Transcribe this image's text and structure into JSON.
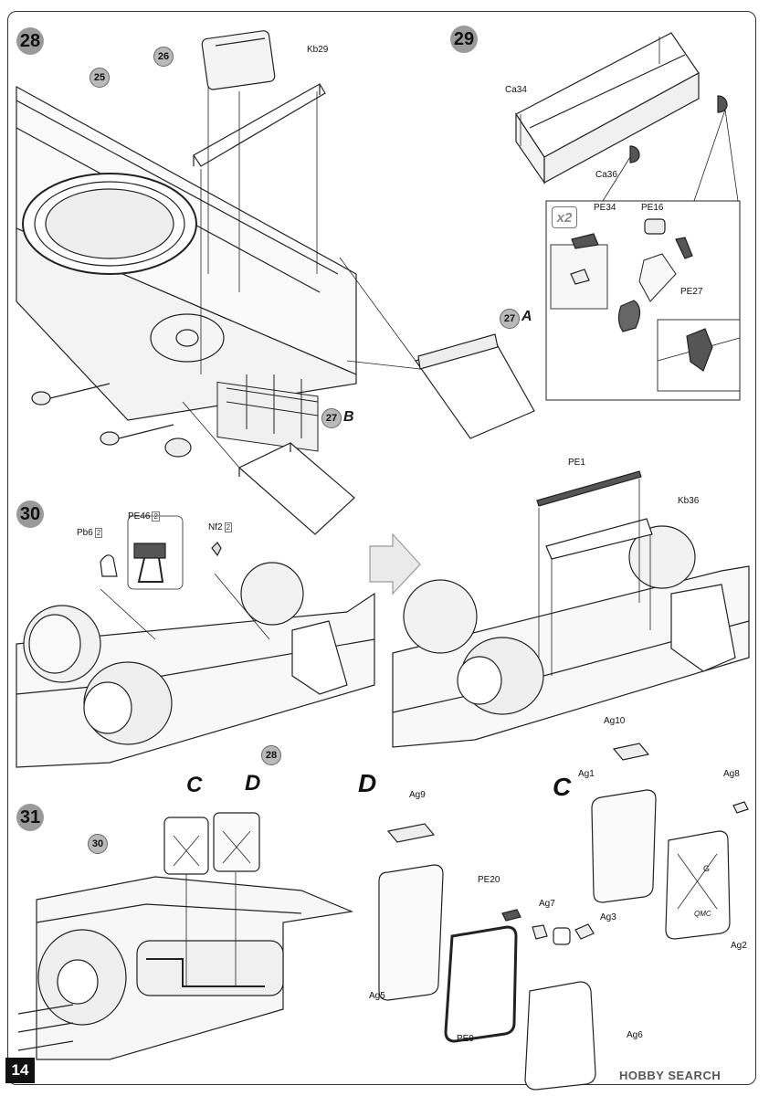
{
  "page": {
    "number": "14",
    "watermark": "HOBBY SEARCH"
  },
  "steps": {
    "s28": {
      "number": "28",
      "refs": {
        "r26": "26",
        "r25": "25",
        "r27a": "27",
        "r27b": "27"
      },
      "letters": {
        "a": "A",
        "b": "B"
      },
      "parts": {
        "kb29": "Kb29"
      }
    },
    "s29": {
      "number": "29",
      "quantity": "x2",
      "parts": {
        "ca34": "Ca34",
        "ca36": "Ca36",
        "pe34": "PE34",
        "pe16": "PE16",
        "pe27": "PE27"
      }
    },
    "s30": {
      "number": "30",
      "ref28": "28",
      "parts": {
        "pb6": "Pb6",
        "pe46": "PE46",
        "nf2": "Nf2",
        "pe1": "PE1",
        "kb36": "Kb36"
      },
      "qty": "2"
    },
    "s31": {
      "number": "31",
      "ref30": "30",
      "letters": {
        "c_small": "C",
        "d_small": "D",
        "d_big": "D",
        "c_big": "C"
      },
      "parts": {
        "ag9": "Ag9",
        "ag5": "Ag5",
        "pe9": "PE9",
        "pe20": "PE20",
        "ag7": "Ag7",
        "ag3": "Ag3",
        "ag6": "Ag6",
        "ag10": "Ag10",
        "ag1": "Ag1",
        "ag8": "Ag8",
        "ag2": "Ag2"
      },
      "can_text": {
        "g": "G",
        "qmc": "QMC"
      }
    }
  }
}
